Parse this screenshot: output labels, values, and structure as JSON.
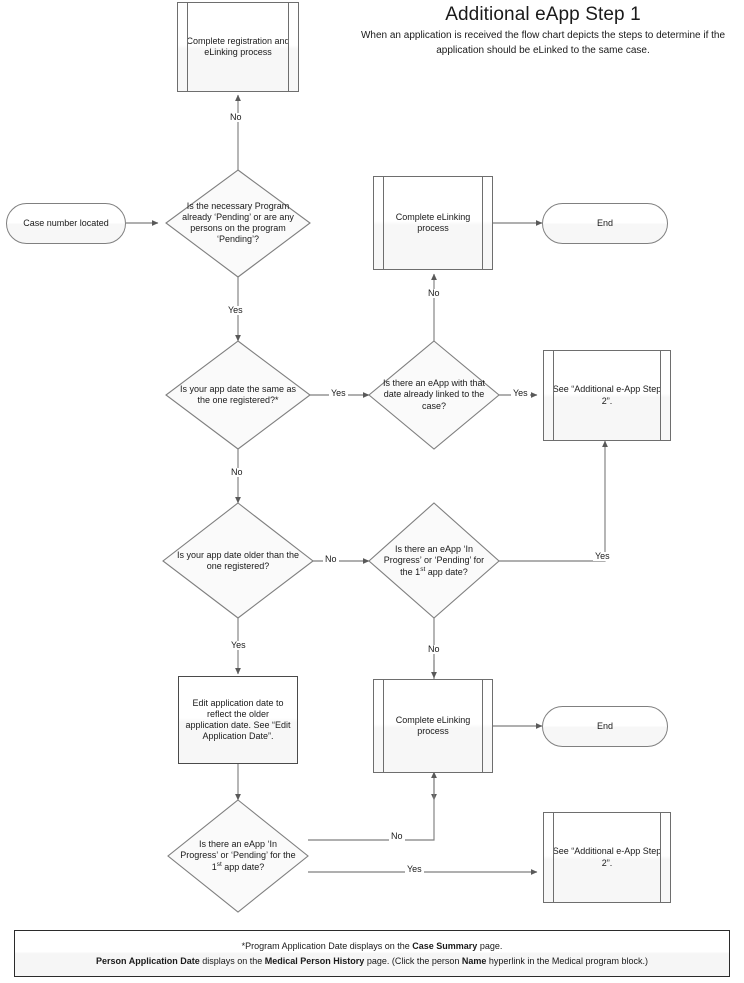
{
  "header": {
    "title": "Additional eApp Step 1",
    "subtitle": "When an application is received  the flow chart depicts  the steps to determine if the application should be eLinked to the same case."
  },
  "chart_data": {
    "type": "diagram",
    "diagram_kind": "flowchart",
    "nodes": [
      {
        "id": "n1",
        "shape": "predefined-process",
        "text": "Complete registration and eLinking process"
      },
      {
        "id": "n2",
        "shape": "terminator",
        "text": "Case number located"
      },
      {
        "id": "n3",
        "shape": "decision",
        "text": "Is the necessary Program already ‘Pending’ or are any persons on the program ‘Pending’?"
      },
      {
        "id": "n4",
        "shape": "predefined-process",
        "text": "Complete eLinking process"
      },
      {
        "id": "n5",
        "shape": "terminator",
        "text": "End"
      },
      {
        "id": "n6",
        "shape": "decision",
        "text": "Is your app date the same as the one registered?*"
      },
      {
        "id": "n7",
        "shape": "decision",
        "text": "Is there an eApp with that date already linked to the case?"
      },
      {
        "id": "n8",
        "shape": "predefined-process",
        "text": "See “Additional e-App Step 2”."
      },
      {
        "id": "n9",
        "shape": "decision",
        "text": "Is your app date older than the one registered?"
      },
      {
        "id": "n10",
        "shape": "decision",
        "text": "Is there an eApp ‘In Progress’ or ‘Pending’ for the 1st app date?"
      },
      {
        "id": "n11",
        "shape": "process",
        "text": "Edit application date to reflect the older application date. See “Edit Application Date”."
      },
      {
        "id": "n12",
        "shape": "predefined-process",
        "text": "Complete eLinking process"
      },
      {
        "id": "n13",
        "shape": "terminator",
        "text": "End"
      },
      {
        "id": "n14",
        "shape": "decision",
        "text": "Is there an eApp ‘In Progress’ or ‘Pending’ for the 1st app date?"
      },
      {
        "id": "n15",
        "shape": "predefined-process",
        "text": "See “Additional e-App Step 2”."
      }
    ],
    "edges": [
      {
        "from": "n2",
        "to": "n3",
        "label": ""
      },
      {
        "from": "n3",
        "to": "n1",
        "label": "No"
      },
      {
        "from": "n3",
        "to": "n6",
        "label": "Yes"
      },
      {
        "from": "n4",
        "to": "n5",
        "label": ""
      },
      {
        "from": "n6",
        "to": "n7",
        "label": "Yes"
      },
      {
        "from": "n6",
        "to": "n9",
        "label": "No"
      },
      {
        "from": "n7",
        "to": "n4",
        "label": "No"
      },
      {
        "from": "n7",
        "to": "n8",
        "label": "Yes"
      },
      {
        "from": "n9",
        "to": "n10",
        "label": "No"
      },
      {
        "from": "n9",
        "to": "n11",
        "label": "Yes"
      },
      {
        "from": "n10",
        "to": "n8",
        "label": "Yes"
      },
      {
        "from": "n10",
        "to": "n14",
        "label": "No"
      },
      {
        "from": "n11",
        "to": "n14",
        "label": ""
      },
      {
        "from": "n12",
        "to": "n13",
        "label": ""
      },
      {
        "from": "n14",
        "to": "n12",
        "label": "No"
      },
      {
        "from": "n14",
        "to": "n15",
        "label": "Yes"
      }
    ]
  },
  "nodes": {
    "complete_registration": "Complete registration and eLinking process",
    "case_number_located": "Case number located",
    "decision_program_pending": "Is the necessary Program already ‘Pending’ or are any persons on the program ‘Pending’?",
    "complete_elinking_1": "Complete eLinking process",
    "end_1": "End",
    "decision_same_date": "Is your app date the same as the one registered?*",
    "decision_eapp_linked": "Is there an eApp with that date already linked to the case?",
    "see_step2_1": "See “Additional e-App Step 2”.",
    "decision_older_date": "Is your app date older than the one registered?",
    "decision_inprogress_1_pre": "Is there an eApp ‘In Progress’ or ‘Pending’ for the 1",
    "decision_inprogress_1_post": " app date?",
    "decision_inprogress_sup": "st",
    "edit_application_date": "Edit application date to reflect the older application date. See “Edit Application Date”.",
    "complete_elinking_2": "Complete eLinking process",
    "end_2": "End",
    "decision_inprogress_2_pre": "Is there an eApp ‘In Progress’ or ‘Pending’ for the 1",
    "decision_inprogress_2_post": " app date?",
    "see_step2_2": "See “Additional e-App Step 2”."
  },
  "labels": {
    "no_1": "No",
    "yes_1": "Yes",
    "yes_2": "Yes",
    "no_2": "No",
    "no_3": "No",
    "yes_3": "Yes",
    "no_4": "No",
    "yes_4": "Yes",
    "yes_5": "Yes",
    "no_5": "No",
    "no_6": "No",
    "yes_6": "Yes"
  },
  "footnote": {
    "line1_a": "*Program Application Date displays on the ",
    "line1_b": "Case Summary",
    "line1_c": " page.",
    "line2_a": "Person Application Date",
    "line2_b": " displays on the ",
    "line2_c": "Medical Person History",
    "line2_d": " page. (Click the person ",
    "line2_e": "Name",
    "line2_f": " hyperlink in the Medical program block.)"
  },
  "colors": {
    "connector": "#7f7f7f",
    "shape_border": "#808080",
    "process_border": "#404040",
    "shape_fill_top": "#ffffff",
    "shape_fill_bottom": "#f7f7f7",
    "text": "#1a1a1a"
  }
}
